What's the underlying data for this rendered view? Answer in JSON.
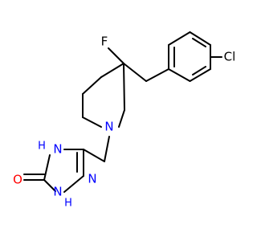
{
  "molecule": {
    "atoms": {
      "f": "F",
      "cl": "Cl",
      "n_piperidine": "N",
      "nh_4": "H",
      "n_4": "N",
      "n_2": "N",
      "nh_1": "H",
      "n_1": "N",
      "o": "O"
    },
    "colors": {
      "carbon": "#000000",
      "nitrogen": "#0000ff",
      "oxygen": "#ff0000",
      "fluorine": "#90e050",
      "chlorine": "#1ff01f"
    }
  }
}
